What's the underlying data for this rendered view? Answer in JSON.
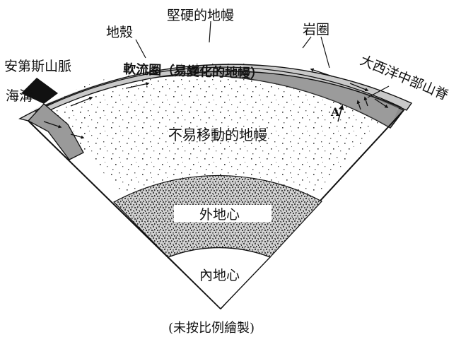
{
  "labels": {
    "crust": "地殼",
    "hard_mantle": "堅硬的地幔",
    "lithosphere": "岩圈",
    "andes": "安第斯山脈",
    "trench": "海溝",
    "mid_atlantic_ridge": "大西洋中部山脊",
    "asthenosphere": "軟流圈（易變化的地幔）",
    "lower_mantle": "不易移動的地幔",
    "outer_core": "外地心",
    "inner_core": "內地心",
    "marker_a": "A",
    "note": "(未按比例繪製)"
  }
}
